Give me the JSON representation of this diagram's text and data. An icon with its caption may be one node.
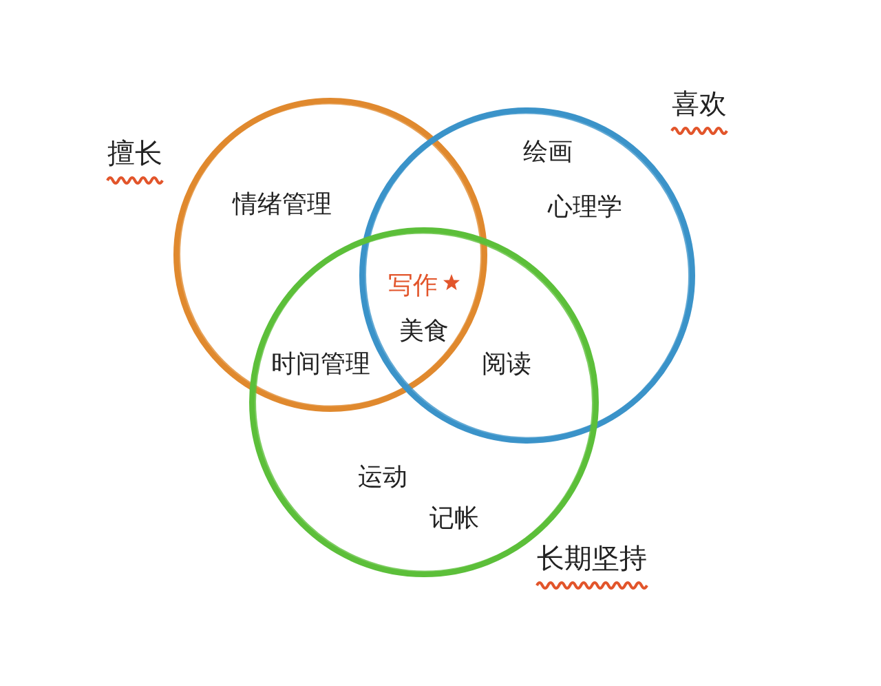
{
  "diagram": {
    "nodes": [
      {
        "text": [
          "擅长"
        ]
      },
      {
        "text": [
          "喜欢"
        ]
      },
      {
        "text": [
          "长期坚持"
        ]
      }
    ],
    "edges": [],
    "labels": [
      "情绪管理",
      "绘画",
      "心理学",
      "写作",
      "美食",
      "时间管理",
      "阅读",
      "运动",
      "记帐"
    ]
  }
}
